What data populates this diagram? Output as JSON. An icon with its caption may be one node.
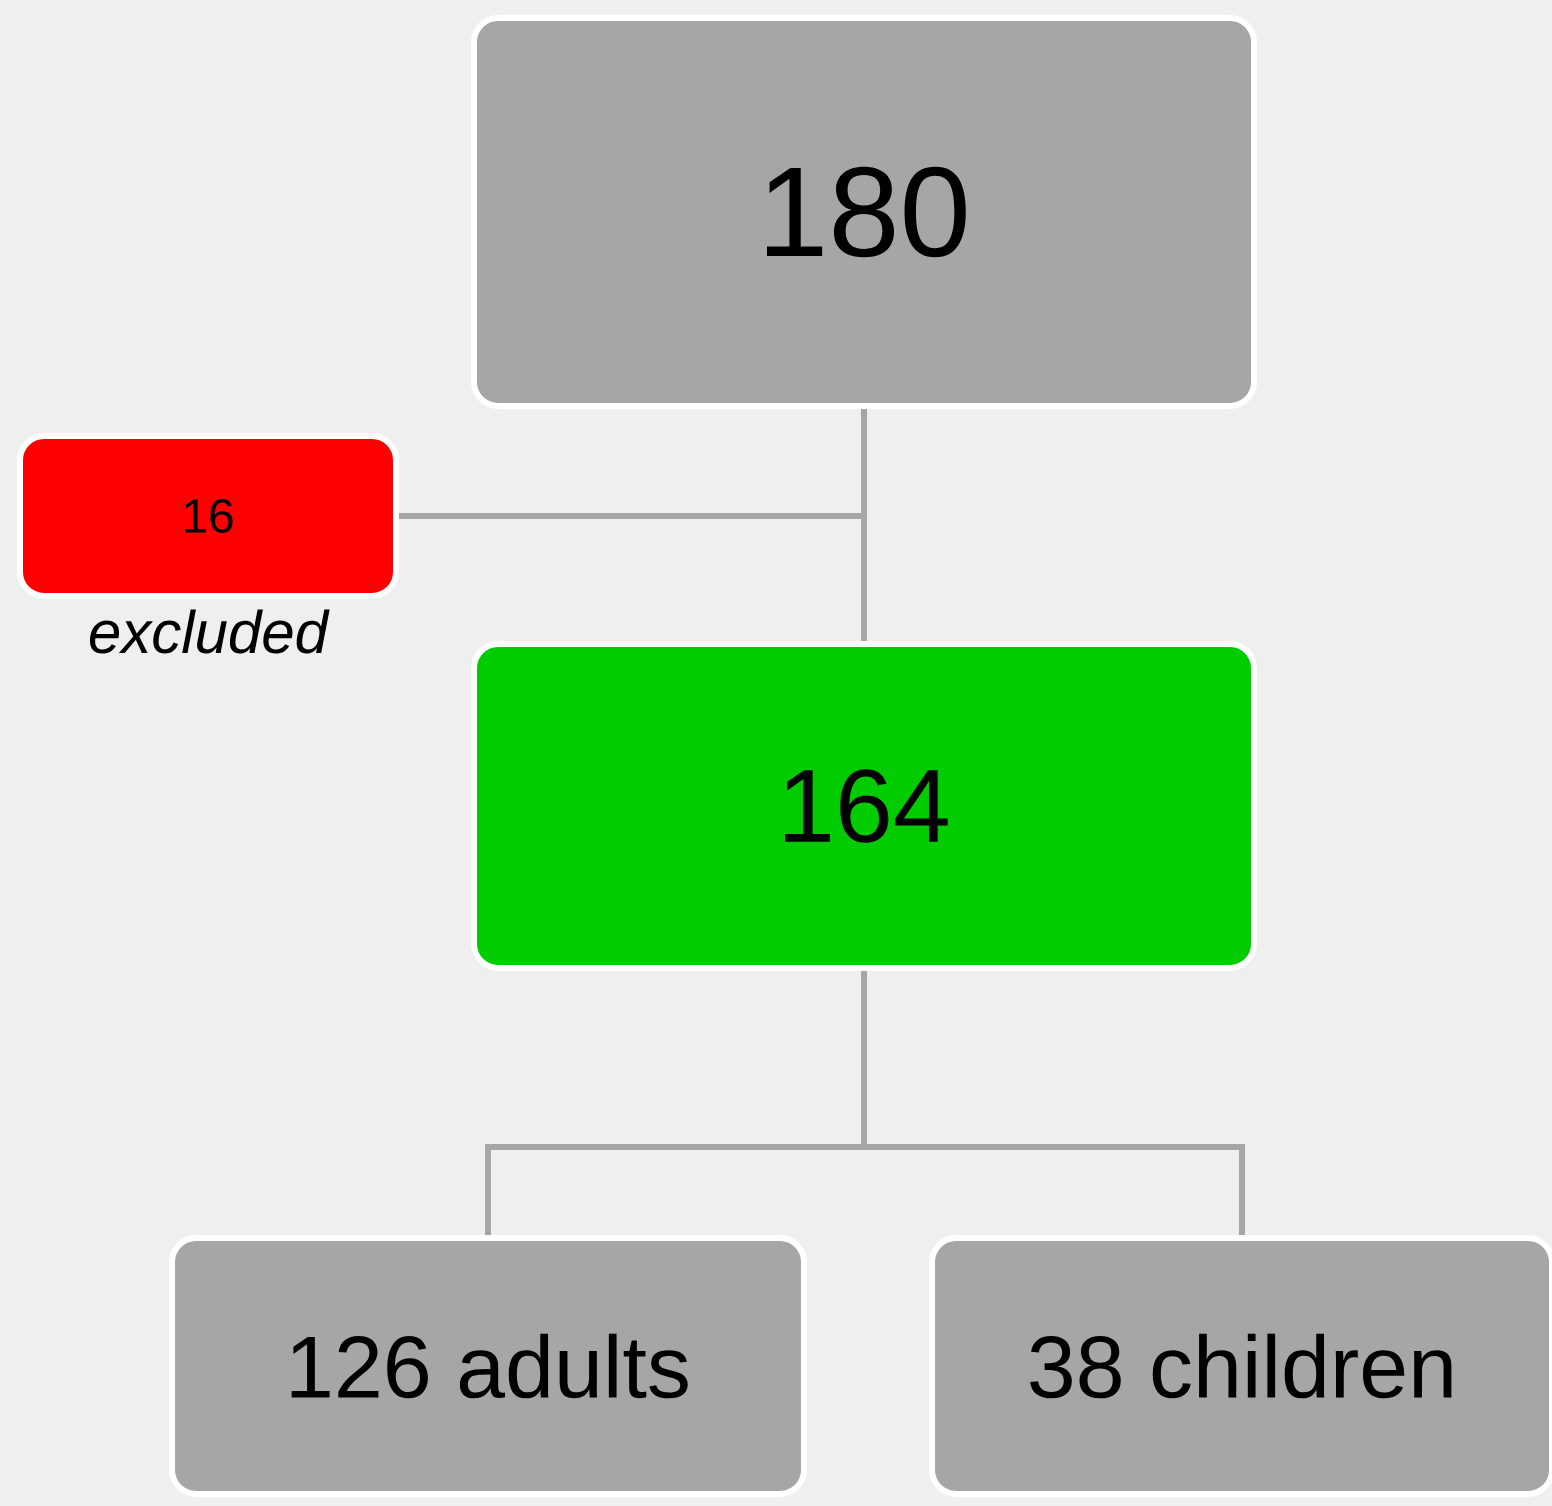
{
  "diagram": {
    "nodes": [
      {
        "text": [
          "180"
        ]
      },
      {
        "text": [
          "16"
        ],
        "beside": [
          "excluded"
        ]
      },
      {
        "text": [
          "164"
        ]
      },
      {
        "text": [
          "126 adults"
        ]
      },
      {
        "text": [
          "38 children"
        ]
      }
    ],
    "edges": [
      {
        "from": 0,
        "to": 2,
        "arrow": "none"
      },
      {
        "from": 0,
        "to": 1,
        "arrow": "none"
      },
      {
        "from": 2,
        "to": 3,
        "arrow": "none"
      },
      {
        "from": 2,
        "to": 4,
        "arrow": "none"
      }
    ]
  }
}
